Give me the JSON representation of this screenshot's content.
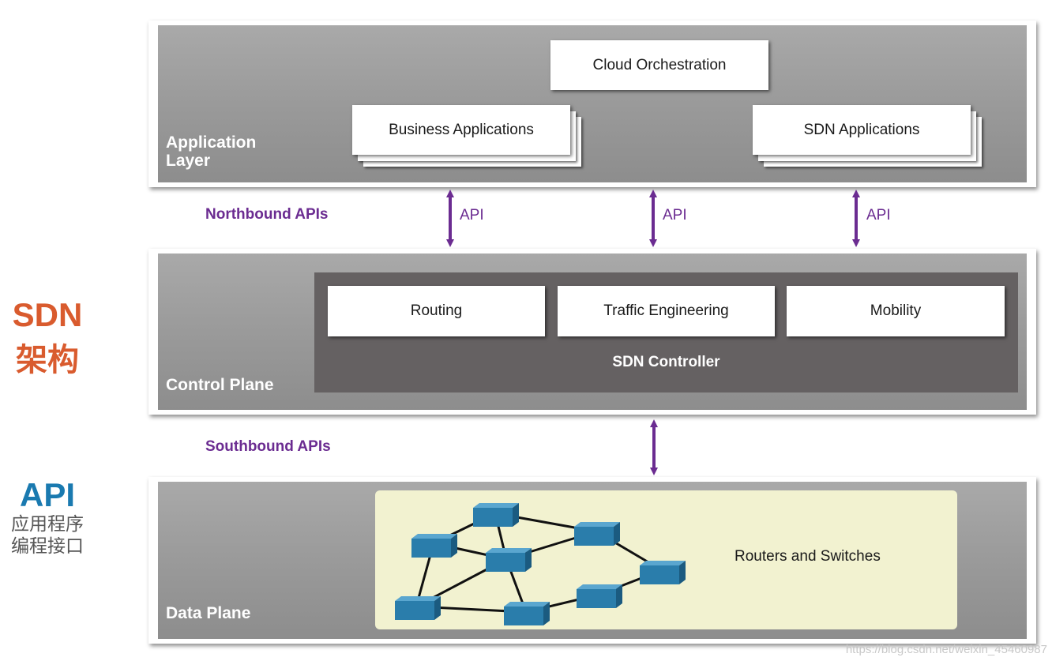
{
  "side": {
    "sdn_title": "SDN",
    "sdn_sub": "架构",
    "api_title": "API",
    "api_sub_line1": "应用程序",
    "api_sub_line2": "编程接口",
    "sdn_color": "#d95b2e",
    "api_color": "#1a7ab0"
  },
  "application_layer": {
    "title": "Application\nLayer",
    "cloud": "Cloud Orchestration",
    "business": "Business Applications",
    "sdn_apps": "SDN Applications"
  },
  "northbound": {
    "label": "Northbound APIs",
    "api_labels": [
      "API",
      "API",
      "API"
    ]
  },
  "control_plane": {
    "title": "Control Plane",
    "controller": "SDN Controller",
    "modules": [
      "Routing",
      "Traffic Engineering",
      "Mobility"
    ]
  },
  "southbound": {
    "label": "Southbound APIs"
  },
  "data_plane": {
    "title": "Data Plane",
    "network_label": "Routers and Switches"
  },
  "colors": {
    "arrow": "#6b2c91",
    "switch": "#2a7dab"
  },
  "watermark": "https://blog.csdn.net/weixin_45460987"
}
